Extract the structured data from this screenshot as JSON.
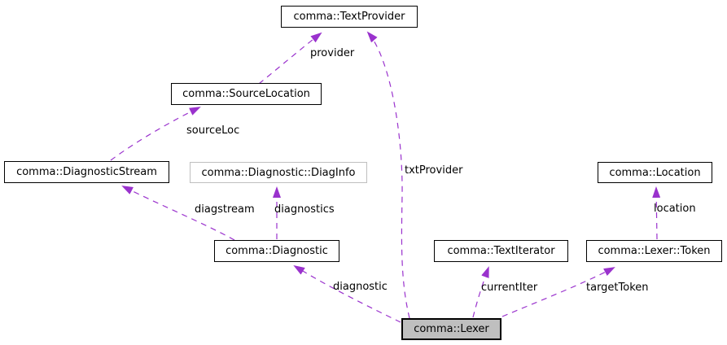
{
  "diagram": {
    "type": "collaboration-graph",
    "focused_node": "comma::Lexer",
    "colors": {
      "edge": "#9a32cd",
      "node_border": "#000000",
      "inner_class_border": "#bfbfbf",
      "focused_node_fill": "#bfbfbf",
      "background": "#ffffff",
      "text": "#000000"
    },
    "nodes": {
      "textProvider": {
        "label": "comma::TextProvider"
      },
      "sourceLocation": {
        "label": "comma::SourceLocation"
      },
      "diagnosticStream": {
        "label": "comma::DiagnosticStream"
      },
      "diagInfo": {
        "label": "comma::Diagnostic::DiagInfo"
      },
      "location": {
        "label": "comma::Location"
      },
      "diagnostic": {
        "label": "comma::Diagnostic"
      },
      "textIterator": {
        "label": "comma::TextIterator"
      },
      "lexerToken": {
        "label": "comma::Lexer::Token"
      },
      "lexer": {
        "label": "comma::Lexer"
      }
    },
    "edges": {
      "provider": {
        "label": "provider",
        "from": "comma::SourceLocation",
        "to": "comma::TextProvider"
      },
      "sourceLoc": {
        "label": "sourceLoc",
        "from": "comma::DiagnosticStream",
        "to": "comma::SourceLocation"
      },
      "txtProvider": {
        "label": "txtProvider",
        "from": "comma::Lexer",
        "to": "comma::TextProvider"
      },
      "diagstream": {
        "label": "diagstream",
        "from": "comma::Diagnostic",
        "to": "comma::DiagnosticStream"
      },
      "diagnostics": {
        "label": "diagnostics",
        "from": "comma::Diagnostic",
        "to": "comma::Diagnostic::DiagInfo"
      },
      "location": {
        "label": "location",
        "from": "comma::Lexer::Token",
        "to": "comma::Location"
      },
      "diagnostic": {
        "label": "diagnostic",
        "from": "comma::Lexer",
        "to": "comma::Diagnostic"
      },
      "currentIter": {
        "label": "currentIter",
        "from": "comma::Lexer",
        "to": "comma::TextIterator"
      },
      "targetToken": {
        "label": "targetToken",
        "from": "comma::Lexer",
        "to": "comma::Lexer::Token"
      }
    }
  }
}
